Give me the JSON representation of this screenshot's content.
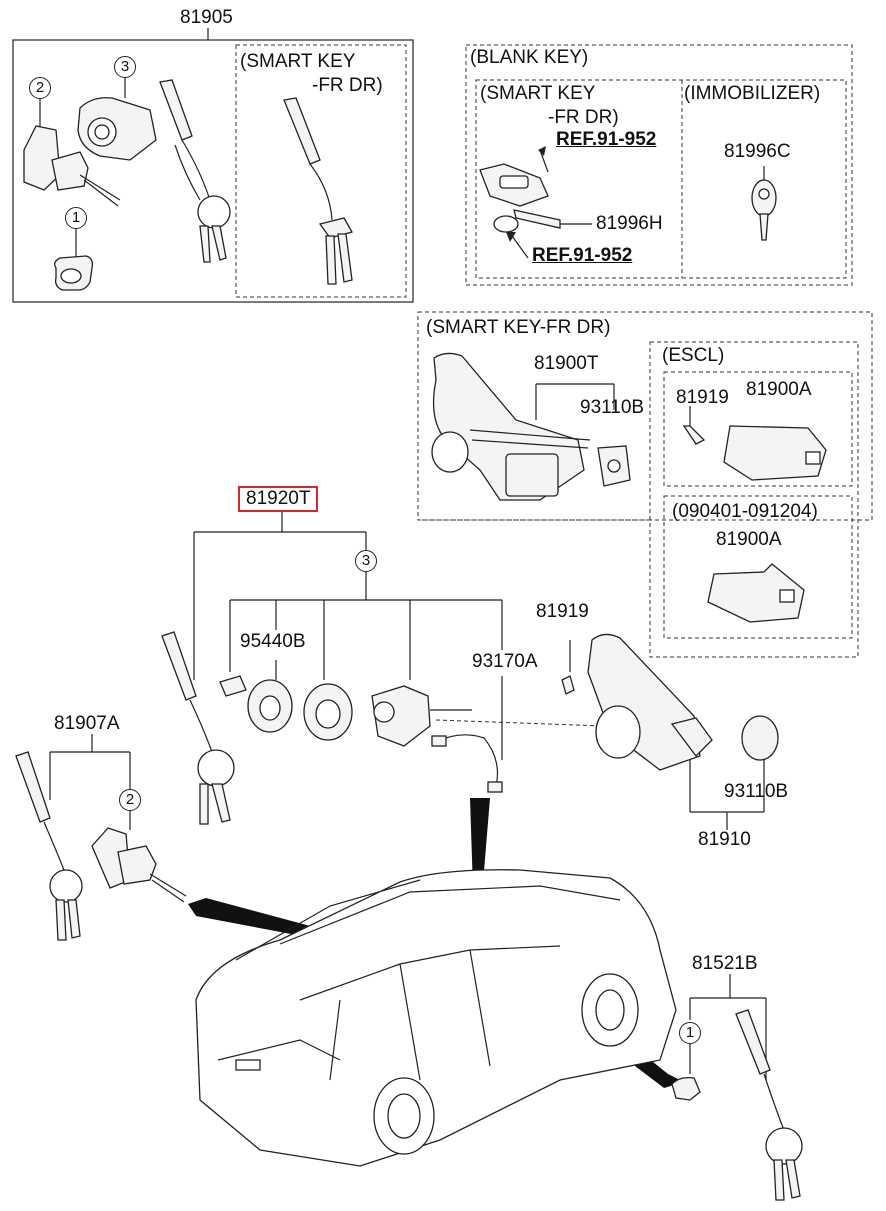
{
  "labels": {
    "p81905": "81905",
    "smart_key_fr_dr_1a": "(SMART KEY",
    "smart_key_fr_dr_1b": "-FR DR)",
    "blank_key": "(BLANK KEY)",
    "smart_key_fr_dr_2a": "(SMART KEY",
    "smart_key_fr_dr_2b": "-FR DR)",
    "immobilizer": "(IMMOBILIZER)",
    "ref_top": "REF.91-952",
    "ref_bottom": "REF.91-952",
    "p81996C": "81996C",
    "p81996H": "81996H",
    "smart_key_fr_dr_3": "(SMART KEY-FR DR)",
    "escl": "(ESCL)",
    "p81900T": "81900T",
    "p93110B_top": "93110B",
    "p81919_top": "81919",
    "p81900A_top": "81900A",
    "date_range": "(090401-091204)",
    "p81900A_bottom": "81900A",
    "p81920T": "81920T",
    "p95440B": "95440B",
    "p93170A": "93170A",
    "p81919_mid": "81919",
    "p81907A": "81907A",
    "p93110B_bottom": "93110B",
    "p81910": "81910",
    "p81521B": "81521B"
  },
  "callouts": {
    "c1_top": "1",
    "c2_top": "2",
    "c3_top": "3",
    "c3_mid": "3",
    "c2_left": "2",
    "c1_right": "1"
  },
  "colors": {
    "highlight_border": "#d9262b",
    "line": "#222222"
  }
}
